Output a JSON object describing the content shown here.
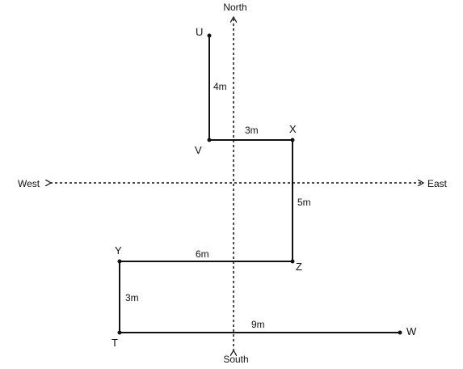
{
  "compass": {
    "north": "North",
    "south": "South",
    "west": "West",
    "east": "East"
  },
  "points": {
    "U": "U",
    "V": "V",
    "X": "X",
    "Z": "Z",
    "Y": "Y",
    "T": "T",
    "W": "W"
  },
  "distances": {
    "UV": "4m",
    "VX": "3m",
    "XZ": "5m",
    "ZY": "6m",
    "YT": "3m",
    "TW": "9m"
  }
}
